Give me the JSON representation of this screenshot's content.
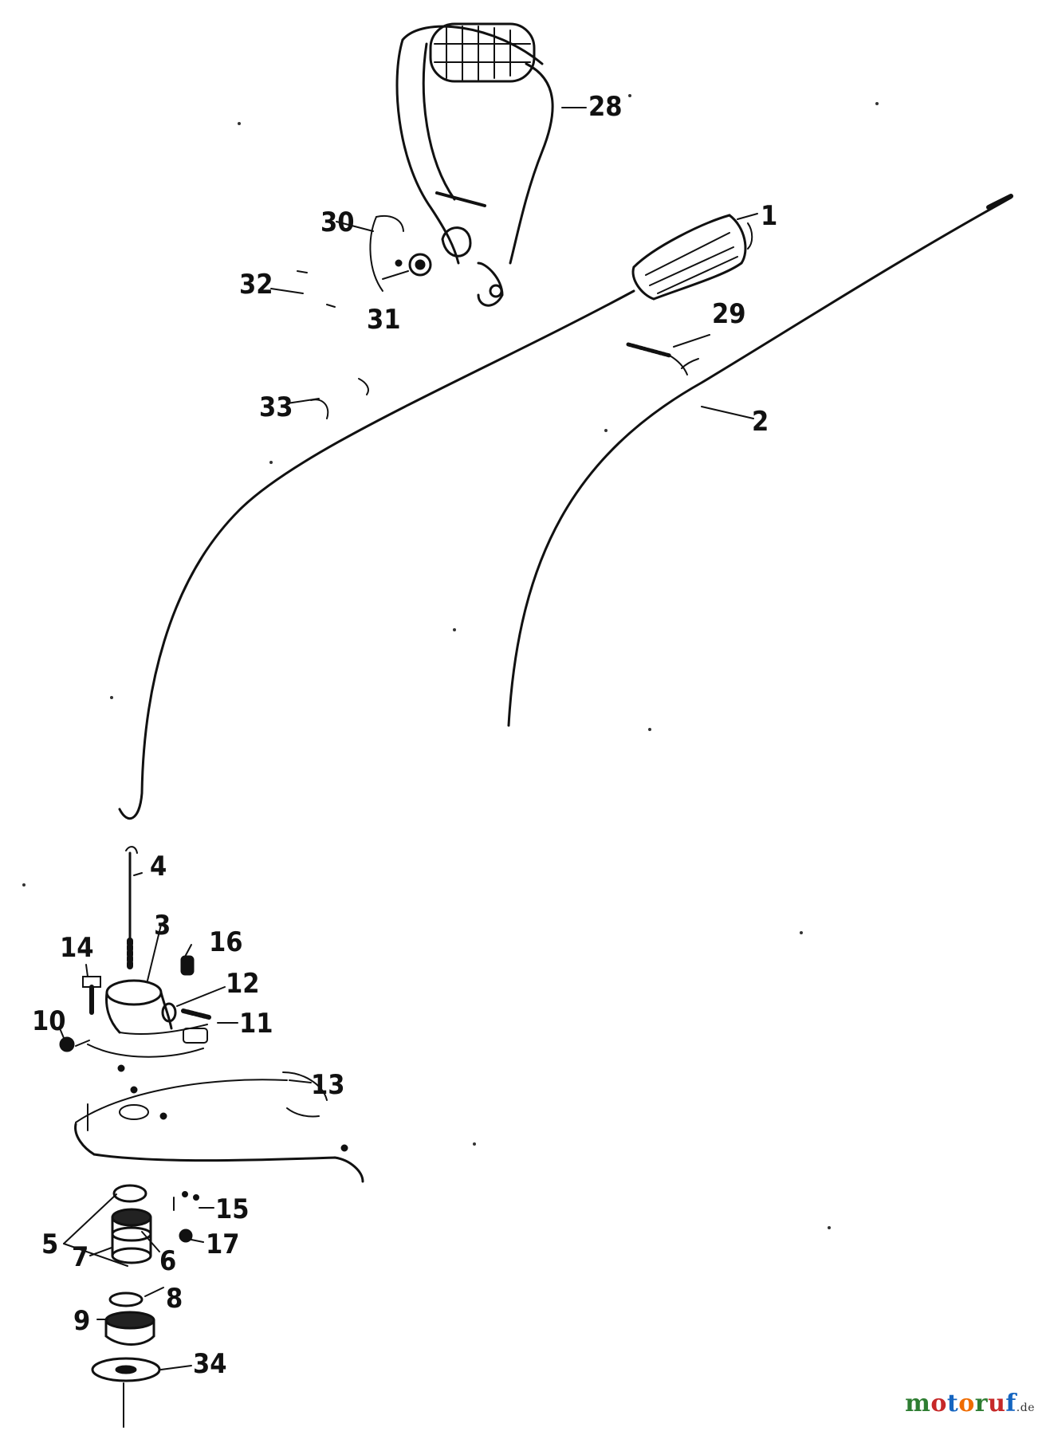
{
  "callouts": {
    "c1": "1",
    "c2": "2",
    "c3": "3",
    "c4": "4",
    "c5": "5",
    "c6": "6",
    "c7": "7",
    "c8": "8",
    "c9": "9",
    "c10": "10",
    "c11": "11",
    "c12": "12",
    "c13": "13",
    "c14": "14",
    "c15": "15",
    "c16": "16",
    "c17": "17",
    "c28": "28",
    "c29": "29",
    "c30": "30",
    "c31": "31",
    "c32": "32",
    "c33": "33",
    "c34": "34"
  },
  "watermark": {
    "letters": [
      "m",
      "o",
      "t",
      "o",
      "r",
      "u",
      "f"
    ],
    "letter_colors": [
      "#2e7d32",
      "#c62828",
      "#1565c0",
      "#ef6c00",
      "#2e7d32",
      "#c62828",
      "#1565c0"
    ],
    "suffix": ".de"
  }
}
